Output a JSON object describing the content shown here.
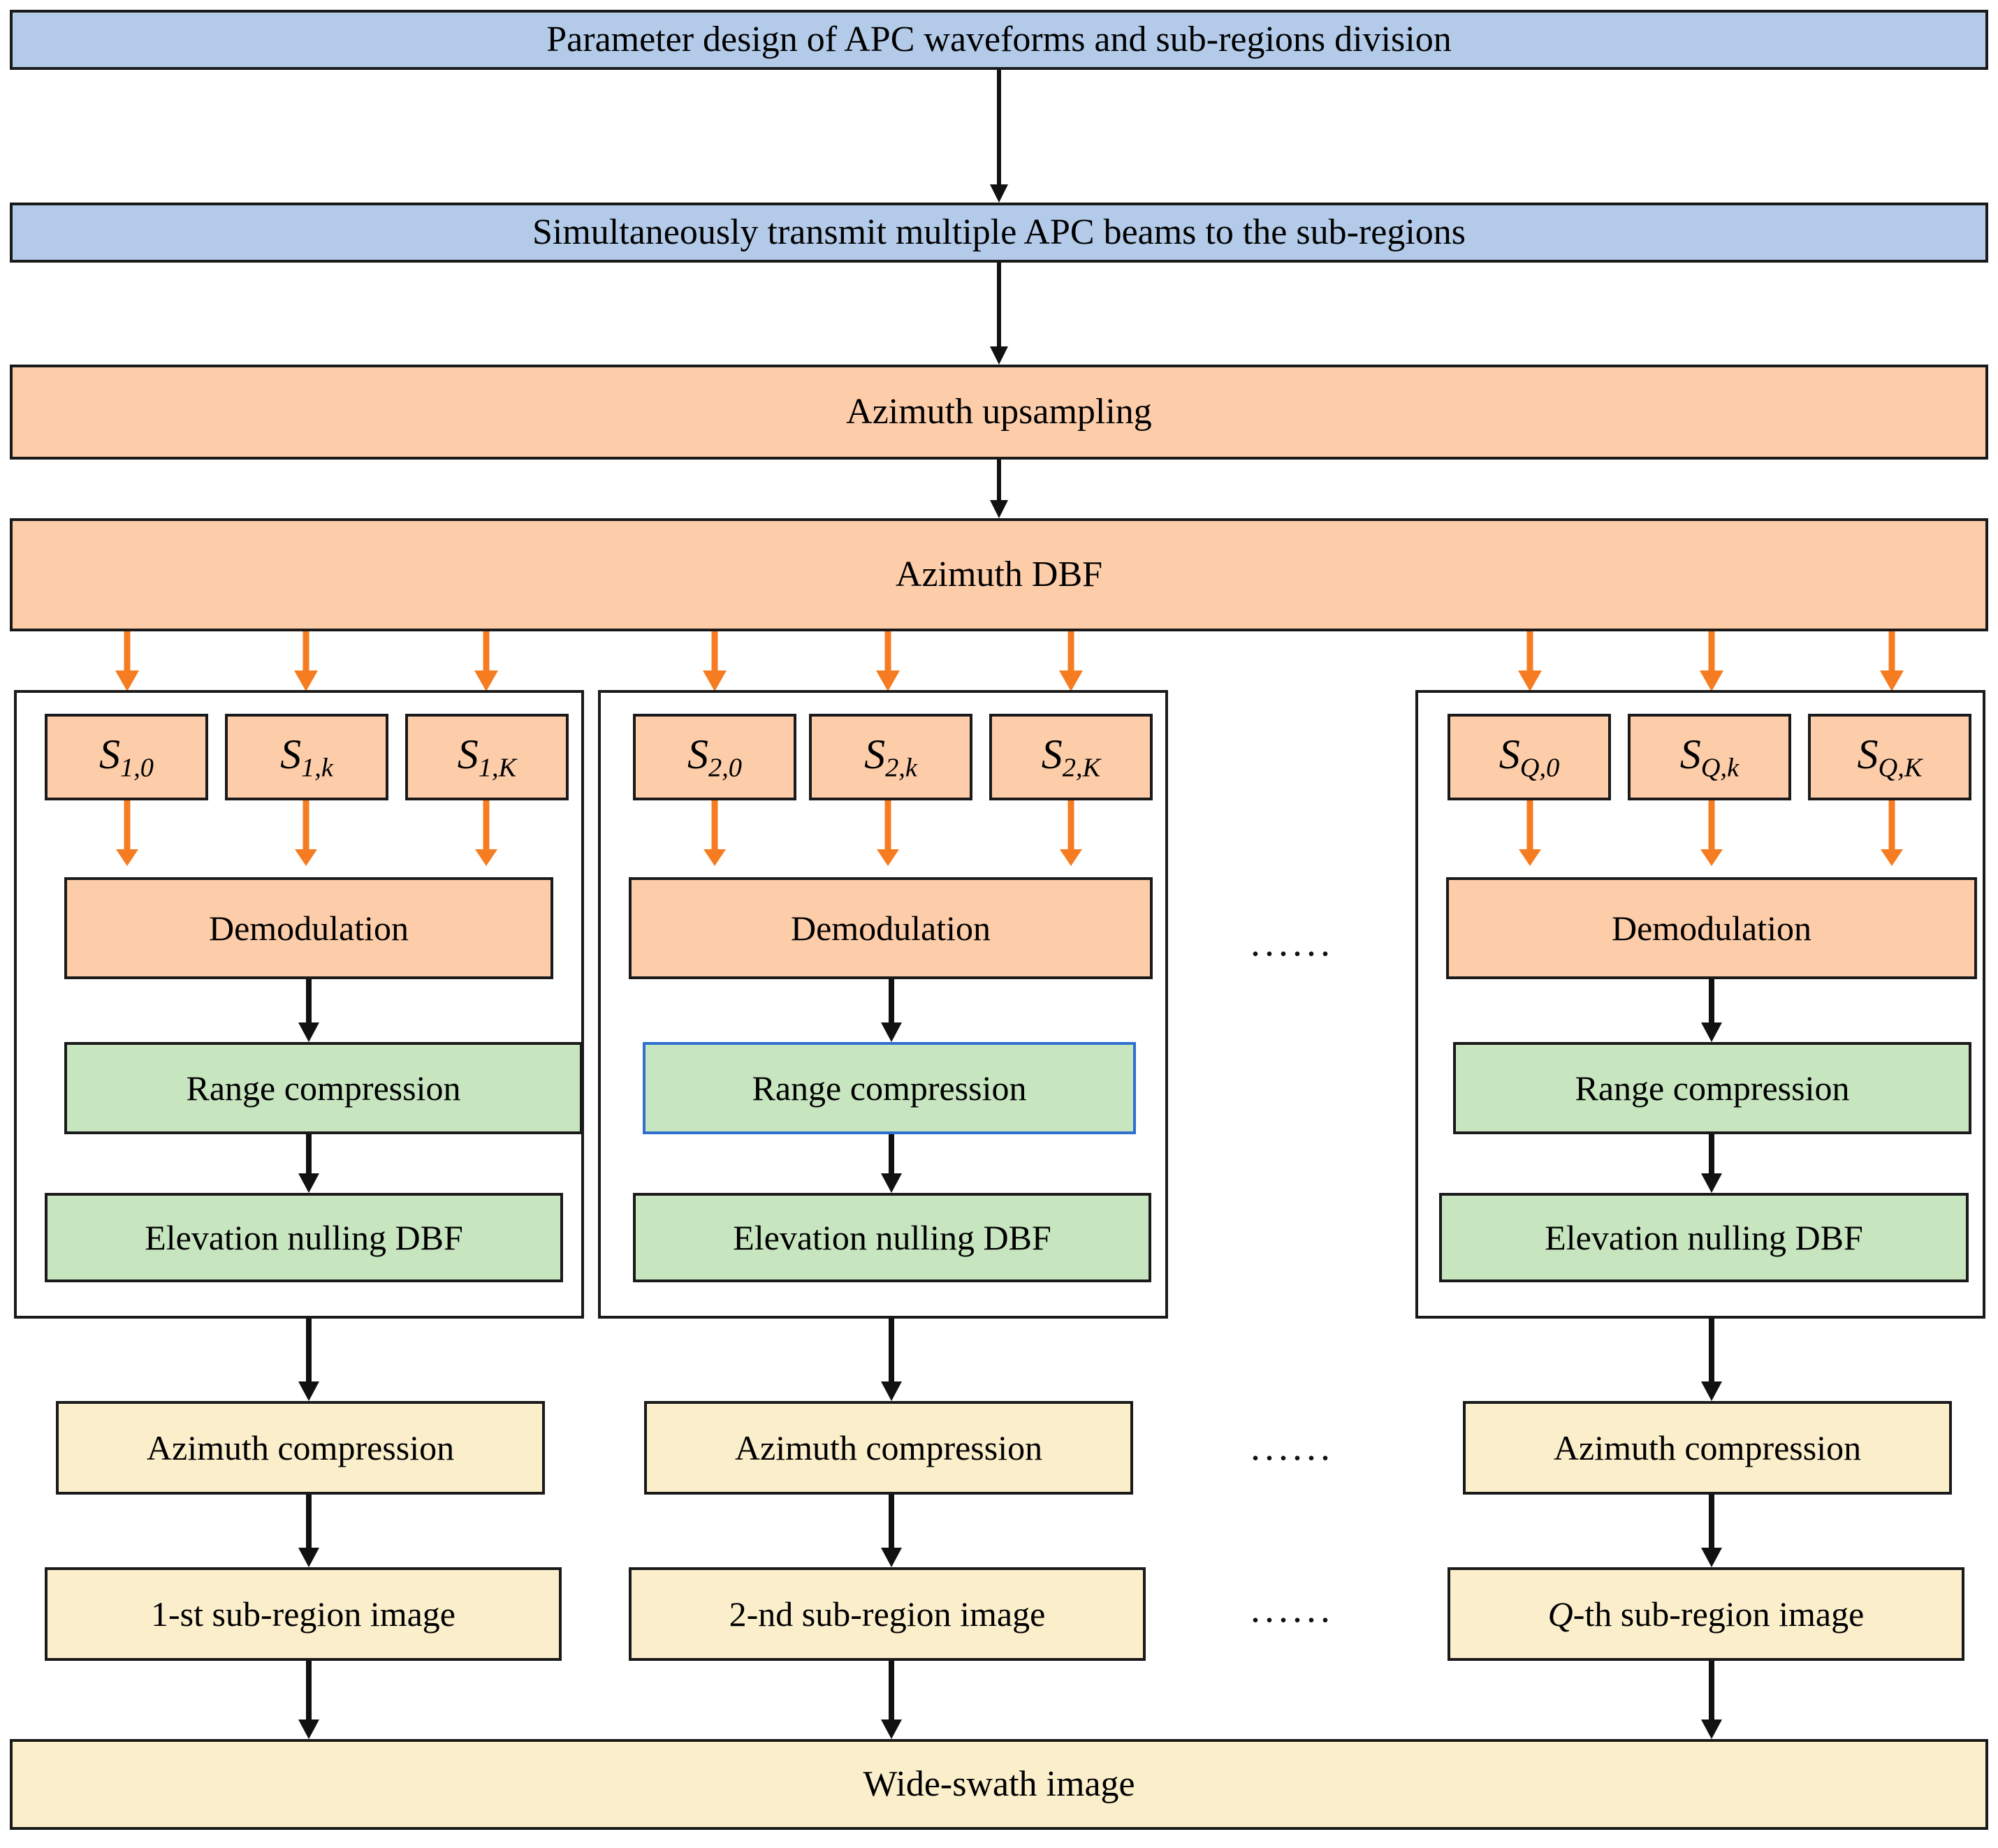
{
  "diagram": {
    "title": "APC wide-swath SAR processing flowchart",
    "colors": {
      "blue": "#b3cbe9",
      "orange": "#fdcdaa",
      "green": "#c7e6c0",
      "cream": "#fbeecb",
      "orange_arrow": "#f57c20",
      "black_arrow": "#111111",
      "highlight_border": "#2f6fd0",
      "border": "#1a1a1a"
    },
    "ellipsis": "......"
  },
  "top_stages": [
    {
      "id": "stage-parameter-design",
      "label": "Parameter design of APC waveforms and sub-regions division",
      "color": "blue"
    },
    {
      "id": "stage-transmit-beams",
      "label": "Simultaneously transmit multiple APC beams to the sub-regions",
      "color": "blue"
    },
    {
      "id": "stage-azimuth-upsampling",
      "label": "Azimuth upsampling",
      "color": "orange"
    },
    {
      "id": "stage-azimuth-dbf",
      "label": "Azimuth DBF",
      "color": "orange"
    }
  ],
  "columns": [
    {
      "id": "column-1",
      "signals": [
        {
          "base": "S",
          "sub": "1,0"
        },
        {
          "base": "S",
          "sub": "1,k"
        },
        {
          "base": "S",
          "sub": "1,K"
        }
      ],
      "demodulation": "Demodulation",
      "range_compression": "Range compression",
      "range_compression_highlighted": false,
      "elevation_nulling": "Elevation nulling DBF",
      "azimuth_compression": "Azimuth compression",
      "sub_region_image": "1-st sub-region image",
      "sub_region_image_italic_prefix": ""
    },
    {
      "id": "column-2",
      "signals": [
        {
          "base": "S",
          "sub": "2,0"
        },
        {
          "base": "S",
          "sub": "2,k"
        },
        {
          "base": "S",
          "sub": "2,K"
        }
      ],
      "demodulation": "Demodulation",
      "range_compression": "Range compression",
      "range_compression_highlighted": true,
      "elevation_nulling": "Elevation nulling DBF",
      "azimuth_compression": "Azimuth compression",
      "sub_region_image": "2-nd sub-region image",
      "sub_region_image_italic_prefix": ""
    },
    {
      "id": "column-q",
      "signals": [
        {
          "base": "S",
          "sub": "Q,0"
        },
        {
          "base": "S",
          "sub": "Q,k"
        },
        {
          "base": "S",
          "sub": "Q,K"
        }
      ],
      "demodulation": "Demodulation",
      "range_compression": "Range compression",
      "range_compression_highlighted": false,
      "elevation_nulling": "Elevation nulling DBF",
      "azimuth_compression": "Azimuth compression",
      "sub_region_image": "-th sub-region image",
      "sub_region_image_italic_prefix": "Q"
    }
  ],
  "final_stage": {
    "id": "stage-wide-swath-image",
    "label": "Wide-swath image",
    "color": "cream"
  }
}
